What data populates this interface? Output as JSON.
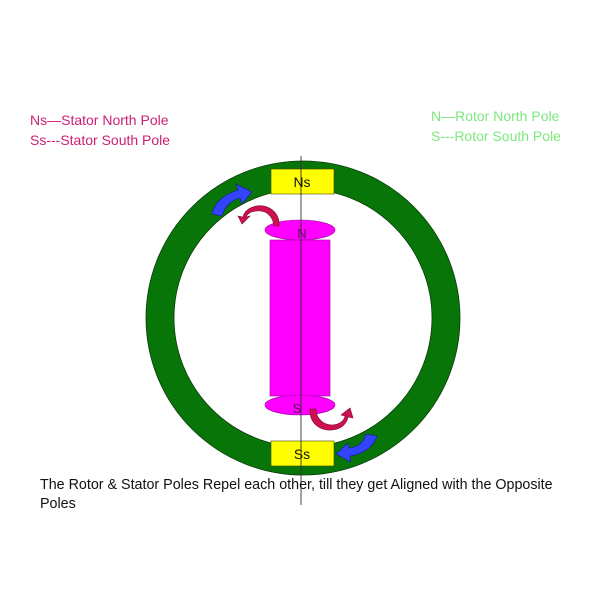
{
  "legend_stator": {
    "items": [
      {
        "label": "Ns—Stator North Pole"
      },
      {
        "label": "Ss---Stator South Pole"
      }
    ],
    "color": "#cc1f73"
  },
  "legend_rotor": {
    "items": [
      {
        "label": "N—Rotor North Pole"
      },
      {
        "label": "S---Rotor South Pole"
      }
    ],
    "color": "#7de87d"
  },
  "diagram": {
    "stator_ring_color": "#087508",
    "stator_pole_color": "#ffff00",
    "rotor_color": "#ff00ff",
    "repel_arrow_color": "#cc1050",
    "stator_arrow_color": "#3333ff",
    "stator_north_label": "Ns",
    "stator_south_label": "Ss",
    "rotor_north_label": "N",
    "rotor_south_label": "S"
  },
  "caption": "The Rotor & Stator Poles Repel each other, till they get Aligned with the Opposite Poles"
}
